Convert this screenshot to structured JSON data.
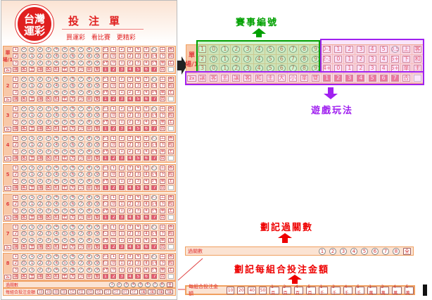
{
  "slip": {
    "logo_line1": "台灣",
    "logo_line2": "運彩",
    "title": "投注單",
    "subtitle": "買運彩 看比賽 更精彩",
    "block_labels": [
      "單場/1",
      "2",
      "3",
      "4",
      "5",
      "6",
      "7",
      "8"
    ],
    "row4_label": "2x",
    "parlay_label": "過關數",
    "amount_label": "每組合投注金額"
  },
  "grid_rows": [
    [
      "1",
      "0",
      "1",
      "2",
      "3",
      "4",
      "5",
      "6",
      "7",
      "8",
      "9",
      "0-1",
      "1",
      "2",
      "3",
      "4",
      "5",
      "0.5",
      "上",
      "客"
    ],
    [
      "2",
      "0",
      "1",
      "2",
      "3",
      "4",
      "5",
      "6",
      "7",
      "8",
      "9",
      "2-3",
      "0",
      "1",
      "2",
      "3",
      "4",
      "5+",
      "下",
      "和"
    ],
    [
      "3",
      "0",
      "1",
      "2",
      "3",
      "4",
      "5",
      "6",
      "7",
      "8",
      "9",
      "4+",
      "0",
      "1",
      "2",
      "3",
      "4",
      "5+",
      "單",
      "主"
    ],
    [
      "讓",
      "客",
      "主",
      "讓",
      "客",
      "和",
      "主",
      "大",
      "小",
      "單",
      "雙",
      "1",
      "2",
      "3",
      "4",
      "5",
      "6",
      "7",
      "否",
      ""
    ]
  ],
  "parlay_options": [
    "1",
    "2",
    "3",
    "4",
    "5",
    "6",
    "7",
    "8",
    "全"
  ],
  "amount_options": [
    "10",
    "20",
    "40",
    "50",
    "1百",
    "2百",
    "4百",
    "5百",
    "1千",
    "2千",
    "4千",
    "5千",
    "1萬",
    "2萬",
    "4萬",
    "5萬"
  ],
  "annotations": {
    "event_number": "賽事編號",
    "game_type": "遊戲玩法",
    "mark_parlay": "劃記過關數",
    "mark_amount": "劃記每組合投注金額"
  },
  "colors": {
    "accent_red": "#e02020",
    "event_green": "#00a000",
    "game_purple": "#a020f0",
    "border_orange": "#f0a060"
  }
}
